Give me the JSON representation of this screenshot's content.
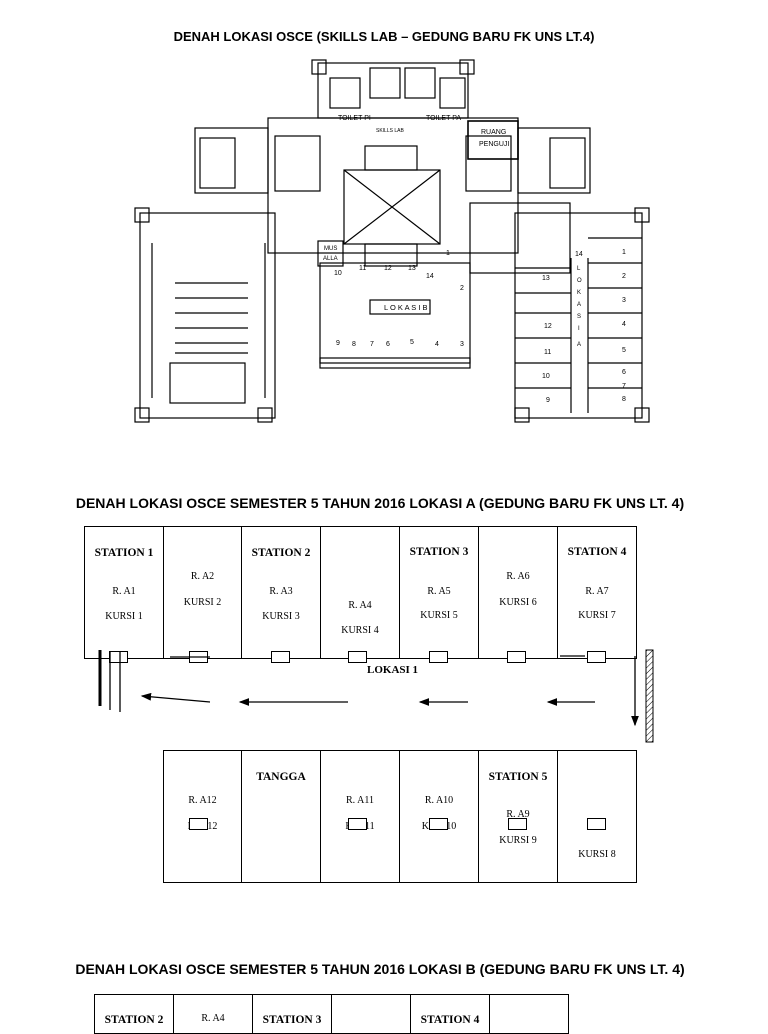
{
  "titles": {
    "top": "DENAH LOKASI OSCE (SKILLS LAB – GEDUNG BARU FK UNS LT.4)",
    "lokasi_a": "DENAH LOKASI OSCE SEMESTER 5 TAHUN 2016 LOKASI A (GEDUNG BARU FK UNS LT. 4)",
    "lokasi_b": "DENAH LOKASI OSCE SEMESTER 5 TAHUN 2016 LOKASI B (GEDUNG BARU FK UNS LT. 4)"
  },
  "floorplan": {
    "toilet_left": "TOILET PI",
    "toilet_right": "TOILET PA",
    "skills_lab": "SKILLS LAB",
    "ruang_penguji": [
      "RUANG",
      "PENGUJI"
    ],
    "musalla": [
      "MUS",
      "ALLA"
    ],
    "lokasi_b": "L O K A S I   B",
    "lokasi_a_vertical": [
      "L",
      "O",
      "K",
      "A",
      "S",
      "I",
      "",
      "A"
    ],
    "center_numbers": [
      "10",
      "11",
      "12",
      "13",
      "14",
      "1",
      "2",
      "9",
      "7",
      "6",
      "5",
      "4",
      "3",
      "8"
    ],
    "right_numbers_left": [
      "13",
      "12",
      "11",
      "10",
      "9"
    ],
    "right_numbers_right": [
      "1",
      "2",
      "3",
      "4",
      "5",
      "6",
      "7",
      "8"
    ],
    "right_top": "14"
  },
  "lokasi_a": {
    "top_rooms": [
      {
        "station": "STATION 1",
        "room": "R. A1",
        "kursi": "KURSI 1"
      },
      {
        "station": "",
        "room": "R. A2",
        "kursi": "KURSI 2"
      },
      {
        "station": "STATION 2",
        "room": "R. A3",
        "kursi": "KURSI 3"
      },
      {
        "station": "",
        "room": "R. A4",
        "kursi": "KURSI 4"
      },
      {
        "station": "STATION 3",
        "room": "R. A5",
        "kursi": "KURSI 5"
      },
      {
        "station": "",
        "room": "R. A6",
        "kursi": "KURSI 6"
      },
      {
        "station": "STATION 4",
        "room": "R. A7",
        "kursi": "KURSI 7"
      }
    ],
    "corridor_label": "LOKASI 1",
    "bottom_rooms": [
      {
        "station": "",
        "room": "R. A12",
        "kursi": "K     12"
      },
      {
        "station": "TANGGA",
        "room": "",
        "kursi": ""
      },
      {
        "station": "",
        "room": "R. A11",
        "kursi": "K     11"
      },
      {
        "station": "",
        "room": "R. A10",
        "kursi": "KU    10"
      },
      {
        "station": "STATION 5",
        "room": "R. A9",
        "kursi": "KURSI 9"
      },
      {
        "station": "",
        "room": "",
        "kursi": "KURSI 8"
      }
    ]
  },
  "lokasi_b": {
    "rooms": [
      {
        "station": "STATION 2",
        "room": ""
      },
      {
        "station": "",
        "room": "R. A4"
      },
      {
        "station": "STATION 3",
        "room": ""
      },
      {
        "station": "",
        "room": ""
      },
      {
        "station": "STATION 4",
        "room": ""
      },
      {
        "station": "",
        "room": ""
      }
    ]
  }
}
